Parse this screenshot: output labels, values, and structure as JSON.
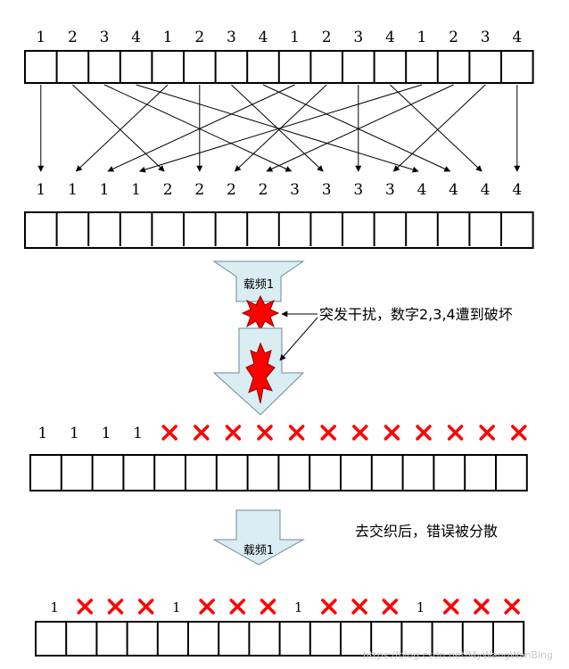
{
  "diagram": {
    "top_sequence": [
      "1",
      "2",
      "3",
      "4",
      "1",
      "2",
      "3",
      "4",
      "1",
      "2",
      "3",
      "4",
      "1",
      "2",
      "3",
      "4"
    ],
    "interleaved_sequence": [
      "1",
      "1",
      "1",
      "1",
      "2",
      "2",
      "2",
      "2",
      "3",
      "3",
      "3",
      "3",
      "4",
      "4",
      "4",
      "4"
    ],
    "corrupted_sequence": [
      "1",
      "1",
      "1",
      "1",
      "x",
      "x",
      "x",
      "x",
      "x",
      "x",
      "x",
      "x",
      "x",
      "x",
      "x",
      "x"
    ],
    "deinterleaved_sequence": [
      "1",
      "x",
      "x",
      "x",
      "1",
      "x",
      "x",
      "x",
      "1",
      "x",
      "x",
      "x",
      "1",
      "x",
      "x",
      "x"
    ],
    "carrier_label_1": "载频1",
    "carrier_label_2": "载频1",
    "burst_annotation": "突发干扰，数字2,3,4遭到破坏",
    "deinterleave_annotation": "去交织后，错误被分散",
    "watermark": "https://blog.csdn.net/MyWangWanBing",
    "colors": {
      "arrow_fill": "#d9edf3",
      "burst": "#ff0000",
      "cross": "#ff0000",
      "line": "#000000"
    }
  }
}
